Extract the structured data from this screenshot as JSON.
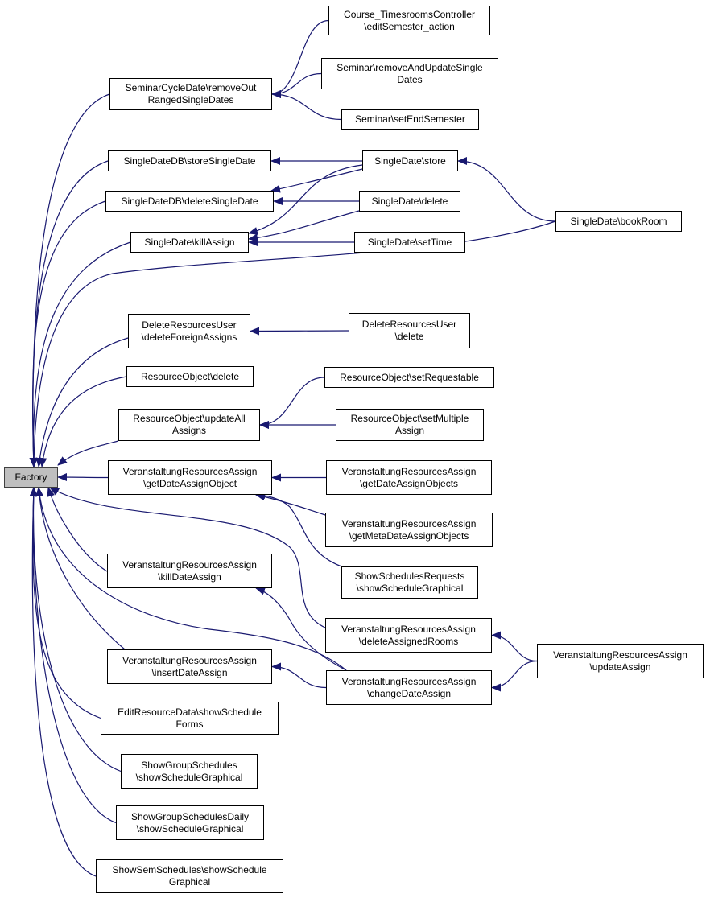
{
  "colors": {
    "edge": "#191970",
    "root_fill": "#bfbfbf",
    "node_fill": "#ffffff",
    "border": "#000000"
  },
  "nodes": {
    "factory": {
      "lines": [
        "Factory"
      ]
    },
    "seminarcycledate_removeoutrangedsingledates": {
      "lines": [
        "SeminarCycleDate\\removeOut",
        "RangedSingleDates"
      ]
    },
    "course_timesroomscontroller_editsemester_action": {
      "lines": [
        "Course_TimesroomsController",
        "\\editSemester_action"
      ]
    },
    "seminar_removeandupdatesingledates": {
      "lines": [
        "Seminar\\removeAndUpdateSingle",
        "Dates"
      ]
    },
    "seminar_setendsemester": {
      "lines": [
        "Seminar\\setEndSemester"
      ]
    },
    "singledatedb_storesingledate": {
      "lines": [
        "SingleDateDB\\storeSingleDate"
      ]
    },
    "singledatedb_deletesingledate": {
      "lines": [
        "SingleDateDB\\deleteSingleDate"
      ]
    },
    "singledate_killassign": {
      "lines": [
        "SingleDate\\killAssign"
      ]
    },
    "singledate_store": {
      "lines": [
        "SingleDate\\store"
      ]
    },
    "singledate_delete": {
      "lines": [
        "SingleDate\\delete"
      ]
    },
    "singledate_settime": {
      "lines": [
        "SingleDate\\setTime"
      ]
    },
    "singledate_bookroom": {
      "lines": [
        "SingleDate\\bookRoom"
      ]
    },
    "deleteresourcesuser_deleteforeignassigns": {
      "lines": [
        "DeleteResourcesUser",
        "\\deleteForeignAssigns"
      ]
    },
    "deleteresourcesuser_delete": {
      "lines": [
        "DeleteResourcesUser",
        "\\delete"
      ]
    },
    "resourceobject_delete": {
      "lines": [
        "ResourceObject\\delete"
      ]
    },
    "resourceobject_setrequestable": {
      "lines": [
        "ResourceObject\\setRequestable"
      ]
    },
    "resourceobject_updateallassigns": {
      "lines": [
        "ResourceObject\\updateAll",
        "Assigns"
      ]
    },
    "resourceobject_setmultipleassign": {
      "lines": [
        "ResourceObject\\setMultiple",
        "Assign"
      ]
    },
    "vra_getdateassignobject": {
      "lines": [
        "VeranstaltungResourcesAssign",
        "\\getDateAssignObject"
      ]
    },
    "vra_getdateassignobjects": {
      "lines": [
        "VeranstaltungResourcesAssign",
        "\\getDateAssignObjects"
      ]
    },
    "vra_getmetadateassignobjects": {
      "lines": [
        "VeranstaltungResourcesAssign",
        "\\getMetaDateAssignObjects"
      ]
    },
    "showschedulesrequests_showschedulegraphical": {
      "lines": [
        "ShowSchedulesRequests",
        "\\showScheduleGraphical"
      ]
    },
    "vra_killdateassign": {
      "lines": [
        "VeranstaltungResourcesAssign",
        "\\killDateAssign"
      ]
    },
    "vra_deleteassignedrooms": {
      "lines": [
        "VeranstaltungResourcesAssign",
        "\\deleteAssignedRooms"
      ]
    },
    "vra_updateassign": {
      "lines": [
        "VeranstaltungResourcesAssign",
        "\\updateAssign"
      ]
    },
    "vra_insertdateassign": {
      "lines": [
        "VeranstaltungResourcesAssign",
        "\\insertDateAssign"
      ]
    },
    "vra_changedateassign": {
      "lines": [
        "VeranstaltungResourcesAssign",
        "\\changeDateAssign"
      ]
    },
    "editresourcedata_showscheduleforms": {
      "lines": [
        "EditResourceData\\showSchedule",
        "Forms"
      ]
    },
    "showgroupschedules_showschedulegraphical": {
      "lines": [
        "ShowGroupSchedules",
        "\\showScheduleGraphical"
      ]
    },
    "showgroupschedulesdaily_showschedulegraphical": {
      "lines": [
        "ShowGroupSchedulesDaily",
        "\\showScheduleGraphical"
      ]
    },
    "showsemschedules_showschedulegraphical": {
      "lines": [
        "ShowSemSchedules\\showSchedule",
        "Graphical"
      ]
    }
  },
  "edges": [
    {
      "from": "seminarcycledate_removeoutrangedsingledates",
      "to": "factory"
    },
    {
      "from": "singledatedb_storesingledate",
      "to": "factory"
    },
    {
      "from": "singledatedb_deletesingledate",
      "to": "factory"
    },
    {
      "from": "singledate_killassign",
      "to": "factory"
    },
    {
      "from": "singledate_bookroom",
      "to": "factory"
    },
    {
      "from": "deleteresourcesuser_deleteforeignassigns",
      "to": "factory"
    },
    {
      "from": "resourceobject_delete",
      "to": "factory"
    },
    {
      "from": "resourceobject_updateallassigns",
      "to": "factory"
    },
    {
      "from": "vra_getdateassignobject",
      "to": "factory"
    },
    {
      "from": "vra_deleteassignedrooms",
      "to": "factory"
    },
    {
      "from": "vra_killdateassign",
      "to": "factory"
    },
    {
      "from": "vra_changedateassign",
      "to": "factory"
    },
    {
      "from": "vra_insertdateassign",
      "to": "factory"
    },
    {
      "from": "editresourcedata_showscheduleforms",
      "to": "factory"
    },
    {
      "from": "showgroupschedules_showschedulegraphical",
      "to": "factory"
    },
    {
      "from": "showgroupschedulesdaily_showschedulegraphical",
      "to": "factory"
    },
    {
      "from": "showsemschedules_showschedulegraphical",
      "to": "factory"
    },
    {
      "from": "course_timesroomscontroller_editsemester_action",
      "to": "seminarcycledate_removeoutrangedsingledates"
    },
    {
      "from": "seminar_removeandupdatesingledates",
      "to": "seminarcycledate_removeoutrangedsingledates"
    },
    {
      "from": "seminar_setendsemester",
      "to": "seminarcycledate_removeoutrangedsingledates"
    },
    {
      "from": "singledate_store",
      "to": "singledatedb_storesingledate"
    },
    {
      "from": "singledate_store",
      "to": "singledatedb_deletesingledate"
    },
    {
      "from": "singledate_delete",
      "to": "singledatedb_deletesingledate"
    },
    {
      "from": "singledate_store",
      "to": "singledate_killassign"
    },
    {
      "from": "singledate_delete",
      "to": "singledate_killassign"
    },
    {
      "from": "singledate_settime",
      "to": "singledate_killassign"
    },
    {
      "from": "singledate_bookroom",
      "to": "singledate_store"
    },
    {
      "from": "deleteresourcesuser_delete",
      "to": "deleteresourcesuser_deleteforeignassigns"
    },
    {
      "from": "resourceobject_setrequestable",
      "to": "resourceobject_updateallassigns"
    },
    {
      "from": "resourceobject_setmultipleassign",
      "to": "resourceobject_updateallassigns"
    },
    {
      "from": "vra_getdateassignobjects",
      "to": "vra_getdateassignobject"
    },
    {
      "from": "vra_getmetadateassignobjects",
      "to": "vra_getdateassignobject"
    },
    {
      "from": "showschedulesrequests_showschedulegraphical",
      "to": "vra_getdateassignobject"
    },
    {
      "from": "vra_changedateassign",
      "to": "vra_killdateassign"
    },
    {
      "from": "vra_changedateassign",
      "to": "vra_insertdateassign"
    },
    {
      "from": "vra_updateassign",
      "to": "vra_deleteassignedrooms"
    },
    {
      "from": "vra_updateassign",
      "to": "vra_changedateassign"
    }
  ]
}
